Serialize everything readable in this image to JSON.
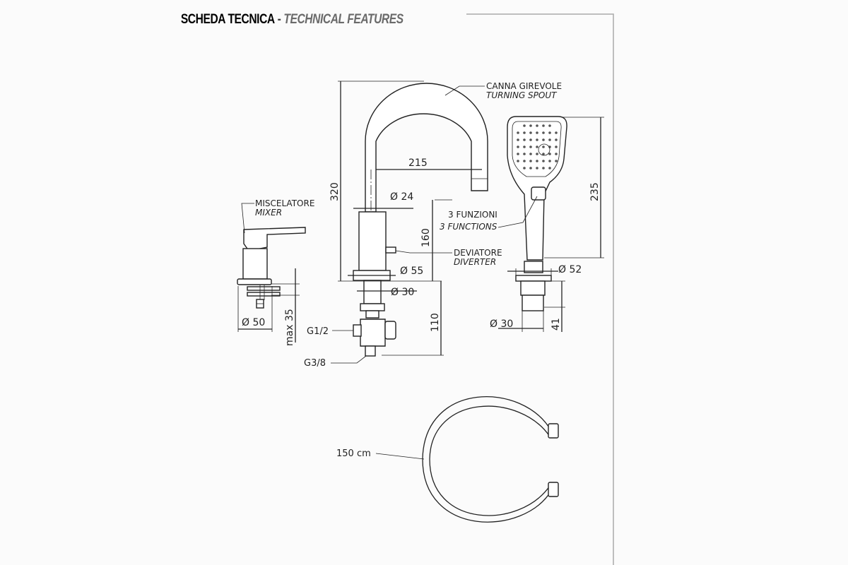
{
  "header": {
    "title_it": "SCHEDA TECNICA",
    "separator": "-",
    "title_en": "TECHNICAL FEATURES"
  },
  "callouts": {
    "spout_it": "CANNA  GIREVOLE",
    "spout_en": "TURNING SPOUT",
    "mixer_it": "MISCELATORE",
    "mixer_en": "MIXER",
    "diverter_it": "DEVIATORE",
    "diverter_en": "DIVERTER",
    "functions_it": "3 FUNZIONI",
    "functions_en": "3 FUNCTIONS",
    "inlet": "G1/2",
    "outlet": "G3/8",
    "hose_length": "150 cm"
  },
  "dimensions": {
    "spout_height": "320",
    "spout_reach": "215",
    "spout_diameter": "Ø 24",
    "outlet_height": "160",
    "base_diameter": "Ø 55",
    "shank_diameter": "Ø 30",
    "below_deck": "110",
    "mixer_diameter": "Ø 50",
    "mixer_max_deck": "max 35",
    "shower_height": "235",
    "shower_base_diameter": "Ø 52",
    "shower_shank_diameter": "Ø 30",
    "shower_shank_length": "41"
  }
}
